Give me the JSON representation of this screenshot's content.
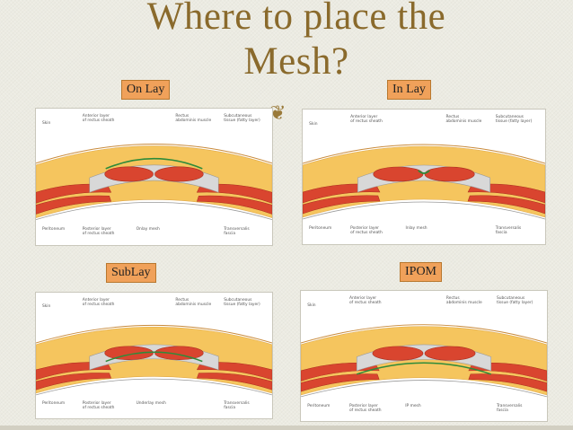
{
  "slide": {
    "title": "Where to place the Mesh?",
    "ornament": "❦"
  },
  "panels": [
    {
      "label": "On Lay",
      "top_labels": [
        "Skin",
        "Anterior layer\nof rectus sheath",
        "Rectus\nabdominis muscle",
        "Subcutaneous\ntissue (fatty layer)"
      ],
      "bottom_labels": [
        "Peritoneum",
        "Posterior layer\nof rectus sheath",
        "Onlay mesh",
        "Transversalis\nfascia"
      ]
    },
    {
      "label": "In Lay",
      "top_labels": [
        "Skin",
        "Anterior layer\nof rectus sheath",
        "Rectus\nabdominis muscle",
        "Subcutaneous\ntissue (fatty layer)"
      ],
      "bottom_labels": [
        "Peritoneum",
        "Posterior layer\nof rectus sheath",
        "Inlay mesh",
        "Transversalis\nfascia"
      ]
    },
    {
      "label": "SubLay",
      "top_labels": [
        "Skin",
        "Anterior layer\nof rectus sheath",
        "Rectus\nabdominis muscle",
        "Subcutaneous\ntissue (fatty layer)"
      ],
      "bottom_labels": [
        "Peritoneum",
        "Posterior layer\nof rectus sheath",
        "Underlay mesh",
        "Transversalis\nfascia"
      ]
    },
    {
      "label": "IPOM",
      "top_labels": [
        "Skin",
        "Anterior layer\nof rectus sheath",
        "Rectus\nabdominis muscle",
        "Subcutaneous\ntissue (fatty layer)"
      ],
      "bottom_labels": [
        "Peritoneum",
        "Posterior layer\nof rectus sheath",
        "IP mesh",
        "Transversalis\nfascia"
      ]
    }
  ],
  "colors": {
    "title": "#8a6a2c",
    "label_bg": "#f0a15a",
    "fat": "#f5c55e",
    "muscle": "#d9452f",
    "sheath": "#d8d8d8",
    "mesh": "#2e8b3a"
  }
}
